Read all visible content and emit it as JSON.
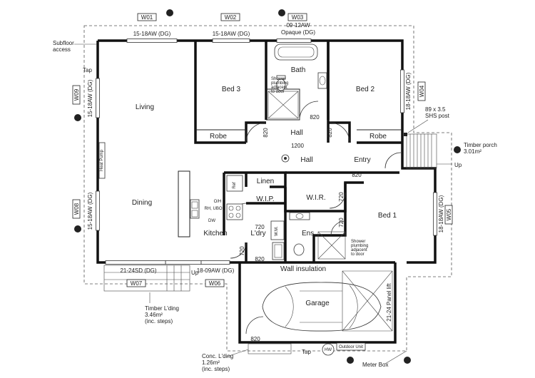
{
  "rooms": {
    "living": "Living",
    "dining": "Dining",
    "kitchen": "Kitchen",
    "bed3": "Bed 3",
    "bed2": "Bed 2",
    "bed1": "Bed 1",
    "bath": "Bath",
    "hall_upper": "Hall",
    "hall_lower": "Hall",
    "entry": "Entry",
    "robe_left": "Robe",
    "robe_right": "Robe",
    "linen": "Linen",
    "wip": "W.I.P.",
    "wir": "W.I.R.",
    "ens": "Ens.",
    "ldry": "L'dry",
    "garage": "Garage"
  },
  "window_tags": [
    "W01",
    "W02",
    "W03",
    "W04",
    "W05",
    "W06",
    "W07",
    "W08",
    "W09"
  ],
  "window_labels": {
    "w01": "15-18AW (DG)",
    "w02": "15-18AW (DG)",
    "w03_size": "09-12AW",
    "w03_note": "Opaque (DG)",
    "w04": "18-18AW (DG)",
    "w05": "18-18AW (DG)",
    "w06": "18-09AW (DG)",
    "w07": "21-24SD (DG)",
    "w08": "15-18AW (DG)",
    "w09": "15-18AW (DG)"
  },
  "dimensions": {
    "bed3_door": "820",
    "bath_door": "820",
    "bed2_door": "820",
    "hall_width": "1200",
    "entry_door": "820",
    "wir_door": "720",
    "ens_door": "720",
    "ldry_door_top": "720",
    "ldry_door_side": "720",
    "garage_door": "820",
    "garage_side_door": "820"
  },
  "notes": {
    "subfloor_1": "Subfloor",
    "subfloor_2": "access",
    "tap_top": "Tap",
    "tap_bottom": "Tap",
    "heat_pump": "Heat Pump",
    "post_1": "89 x 3.5",
    "post_2": "SHS post",
    "porch_1": "Timber porch",
    "porch_2": "3.01m²",
    "up_porch": "Up",
    "up_landing": "Up",
    "shower_bath_1": "Shower",
    "shower_bath_2": "plumbing",
    "shower_bath_3": "adjacent",
    "shower_bath_4": "to door",
    "shower_ens_1": "Shower",
    "shower_ens_2": "plumbing",
    "shower_ens_3": "adjacent",
    "shower_ens_4": "to door",
    "ref": "Ref",
    "oh": "O/H",
    "rh_ubo": "RH, UBO",
    "dw": "DW",
    "wm": "W.M.",
    "wall_insulation": "Wall insulation",
    "panel_lift": "21-24 Panel lift",
    "landing_1": "Timber L'ding",
    "landing_2": "3.46m²",
    "landing_3": "(inc. steps)",
    "conc_1": "Conc. L'ding",
    "conc_2": "1.26m²",
    "conc_3": "(inc. steps)",
    "hw": "HW",
    "outdoor_unit": "Outdoor Unit",
    "meter_box": "Meter Box"
  }
}
